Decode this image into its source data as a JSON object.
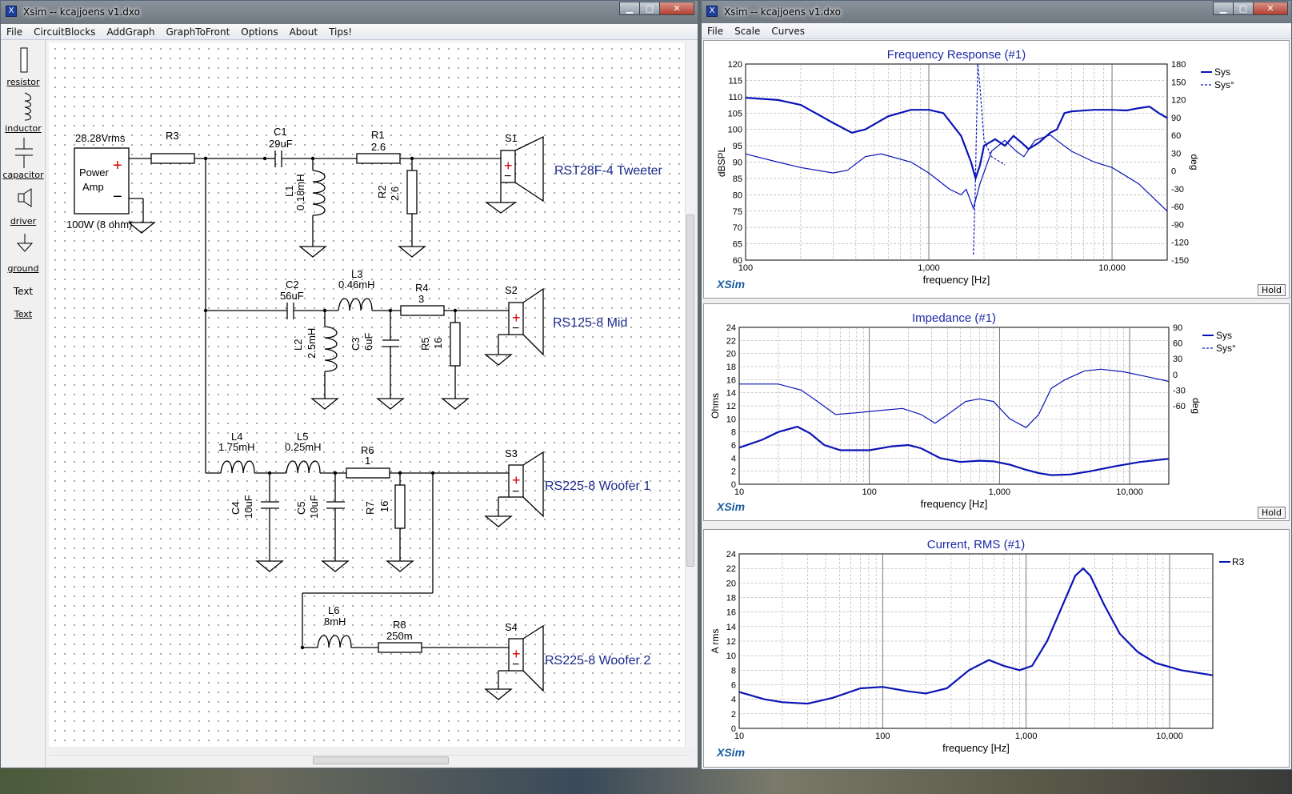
{
  "left_window": {
    "title": "Xsim -- kcajjoens v1.dxo",
    "menu": [
      "File",
      "CircuitBlocks",
      "AddGraph",
      "GraphToFront",
      "Options",
      "About",
      "Tips!"
    ],
    "tools": [
      "resistor",
      "inductor",
      "capacitor",
      "driver",
      "ground",
      "Text",
      "Text"
    ],
    "schematic": {
      "amp_voltage": "28.28Vrms",
      "amp_label_1": "Power",
      "amp_label_2": "Amp",
      "amp_power": "100W (8 ohm)",
      "components": [
        {
          "name": "R3",
          "value": ""
        },
        {
          "name": "C1",
          "value": "29uF"
        },
        {
          "name": "R1",
          "value": "2.6"
        },
        {
          "name": "L1",
          "value": "0.18mH"
        },
        {
          "name": "R2",
          "value": "2.6"
        },
        {
          "name": "C2",
          "value": "56uF"
        },
        {
          "name": "L3",
          "value": "0.46mH"
        },
        {
          "name": "R4",
          "value": "3"
        },
        {
          "name": "L2",
          "value": "2.5mH"
        },
        {
          "name": "C3",
          "value": "6uF"
        },
        {
          "name": "R5",
          "value": "16"
        },
        {
          "name": "L4",
          "value": "1.75mH"
        },
        {
          "name": "L5",
          "value": "0.25mH"
        },
        {
          "name": "R6",
          "value": "1"
        },
        {
          "name": "C4",
          "value": "10uF"
        },
        {
          "name": "C5",
          "value": "10uF"
        },
        {
          "name": "R7",
          "value": "16"
        },
        {
          "name": "L6",
          "value": "8mH"
        },
        {
          "name": "R8",
          "value": "250m"
        }
      ],
      "drivers": [
        {
          "name": "S1",
          "label": "RST28F-4 Tweeter"
        },
        {
          "name": "S2",
          "label": "RS125-8 Mid"
        },
        {
          "name": "S3",
          "label": "RS225-8 Woofer 1"
        },
        {
          "name": "S4",
          "label": "RS225-8 Woofer 2"
        }
      ]
    }
  },
  "right_window": {
    "title": "Xsim -- kcajjoens v1.dxo",
    "menu": [
      "File",
      "Scale",
      "Curves"
    ],
    "brand": "XSim",
    "hold_label": "Hold",
    "graphs": [
      {
        "title": "Frequency Response (#1)",
        "ylabel": "dBSPL",
        "y2label": "deg",
        "xlabel": "frequency [Hz]",
        "yticks": [
          "120",
          "115",
          "110",
          "105",
          "100",
          "95",
          "90",
          "85",
          "80",
          "75",
          "70",
          "65",
          "60"
        ],
        "y2ticks": [
          "180",
          "150",
          "120",
          "90",
          "60",
          "30",
          "0",
          "-30",
          "-60",
          "-90",
          "-120",
          "-150"
        ],
        "xticks": [
          "100",
          "1,000",
          "10,000"
        ],
        "legend": [
          "Sys",
          "Sys°"
        ]
      },
      {
        "title": "Impedance (#1)",
        "ylabel": "Ohms",
        "y2label": "deg",
        "xlabel": "frequency [Hz]",
        "yticks": [
          "24",
          "22",
          "20",
          "18",
          "16",
          "14",
          "12",
          "10",
          "8",
          "6",
          "4",
          "2",
          "0"
        ],
        "y2ticks": [
          "90",
          "60",
          "30",
          "0",
          "-30",
          "-60"
        ],
        "xticks": [
          "10",
          "100",
          "1,000",
          "10,000"
        ],
        "legend": [
          "Sys",
          "Sys°"
        ]
      },
      {
        "title": "Current, RMS (#1)",
        "ylabel": "A rms",
        "xlabel": "frequency [Hz]",
        "yticks": [
          "24",
          "22",
          "20",
          "18",
          "16",
          "14",
          "12",
          "10",
          "8",
          "6",
          "4",
          "2",
          "0"
        ],
        "xticks": [
          "10",
          "100",
          "1,000",
          "10,000"
        ],
        "legend": [
          "R3"
        ]
      }
    ]
  },
  "colors": {
    "curve": "#0a14b4",
    "title": "#1a2aa8",
    "brand": "#1a5aa0",
    "amp_plus": "#d00000"
  }
}
